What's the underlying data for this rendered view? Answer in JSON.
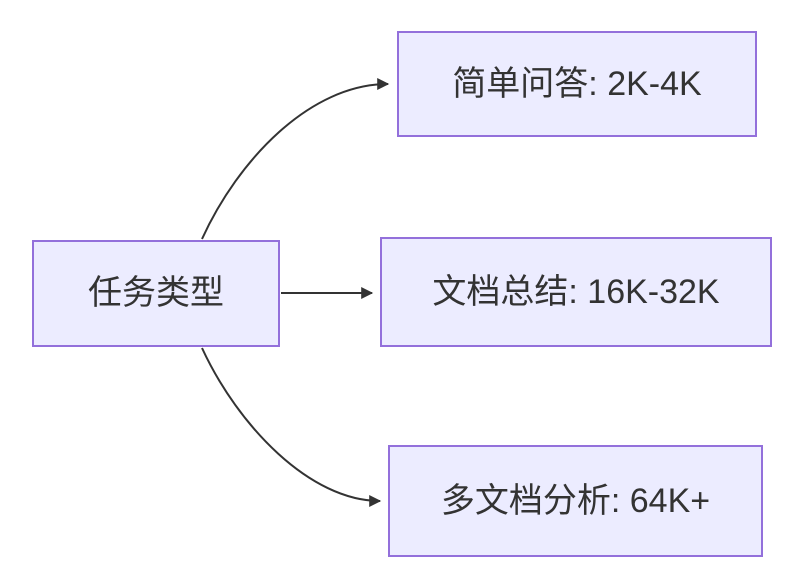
{
  "diagram": {
    "type": "flowchart",
    "direction": "left-to-right",
    "nodes": {
      "root": {
        "label": "任务类型"
      },
      "branch1": {
        "label": "简单问答: 2K-4K"
      },
      "branch2": {
        "label": "文档总结: 16K-32K"
      },
      "branch3": {
        "label": "多文档分析: 64K+"
      }
    },
    "edges": [
      {
        "from": "root",
        "to": "branch1",
        "arrow": "triangle"
      },
      {
        "from": "root",
        "to": "branch2",
        "arrow": "triangle"
      },
      {
        "from": "root",
        "to": "branch3",
        "arrow": "triangle"
      }
    ]
  },
  "colors": {
    "node_fill": "#ECECFF",
    "node_border": "#9370DB",
    "edge_line": "#333333",
    "text": "#333333",
    "background": "#FFFFFF"
  }
}
